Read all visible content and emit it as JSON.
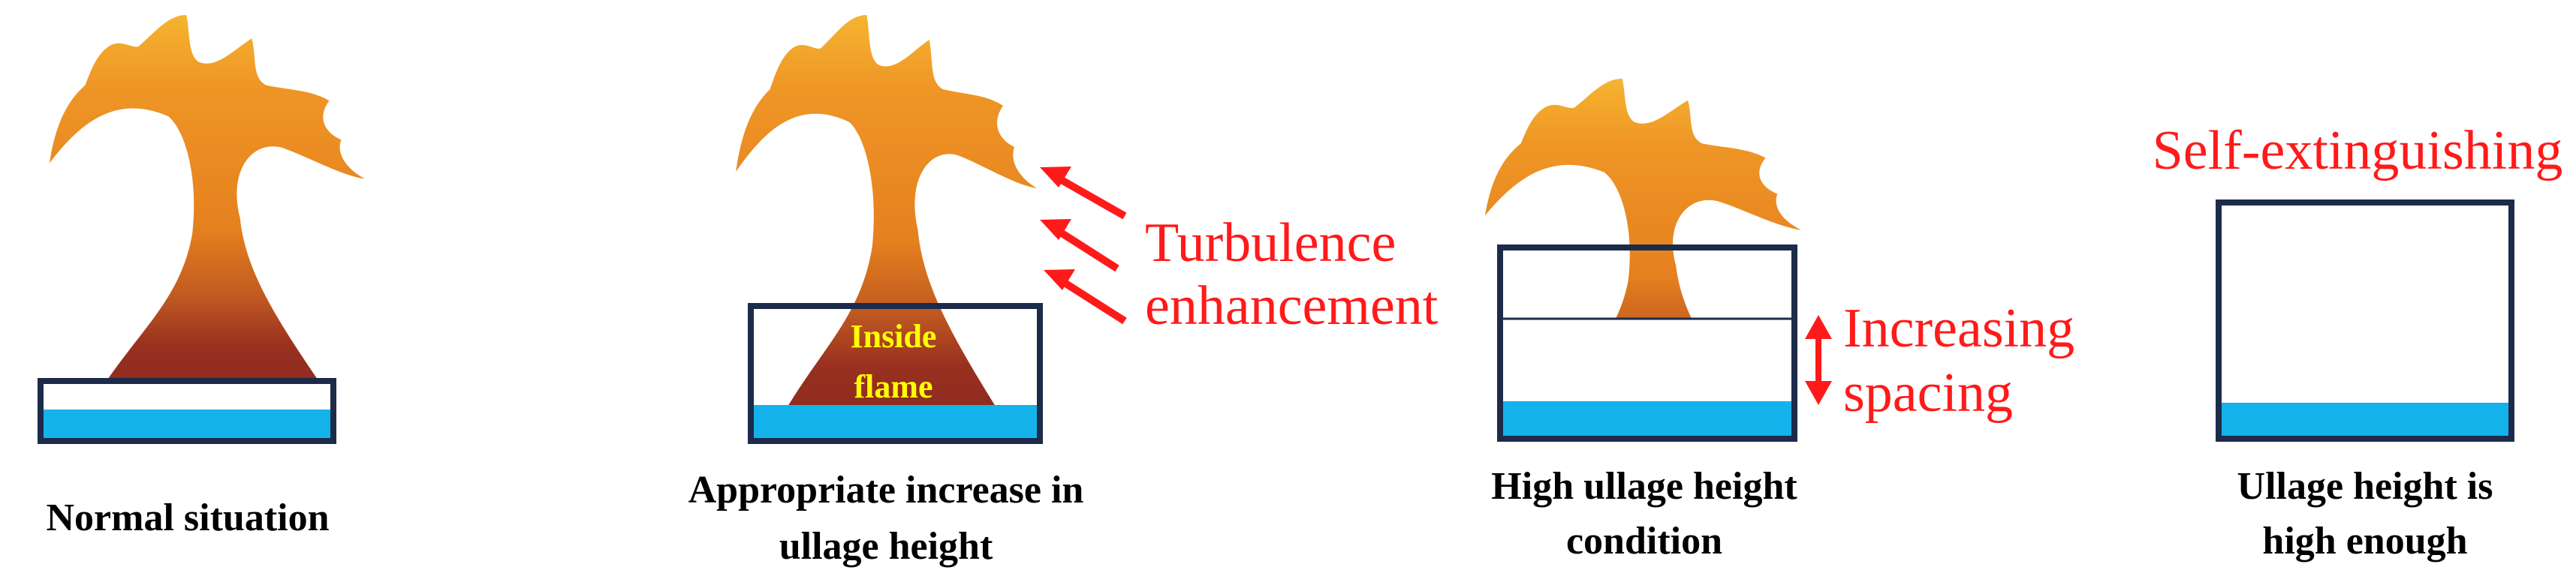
{
  "panels": [
    {
      "caption_lines": [
        "Normal situation"
      ]
    },
    {
      "caption_lines": [
        "Appropriate increase in",
        "ullage height"
      ]
    },
    {
      "caption_lines": [
        "High ullage height",
        "condition"
      ]
    },
    {
      "caption_lines": [
        "Ullage height is",
        "high enough"
      ]
    }
  ],
  "annotations": {
    "turbulence": [
      "Turbulence",
      "enhancement"
    ],
    "inside_flame": [
      "Inside",
      "flame"
    ],
    "increasing_spacing": [
      "Increasing",
      "spacing"
    ],
    "self_extinguishing": "Self-extinguishing"
  },
  "colors": {
    "flame_top": "#f5b430",
    "flame_mid": "#e8821e",
    "flame_base": "#8e2a20",
    "water": "#14b2ea",
    "vessel_outline": "#1c2b4a",
    "annotation_red": "#ff1a1a",
    "inside_label": "#ffff00"
  },
  "icons": [
    "flame-icon",
    "arrow-icon",
    "double-arrow-icon"
  ]
}
